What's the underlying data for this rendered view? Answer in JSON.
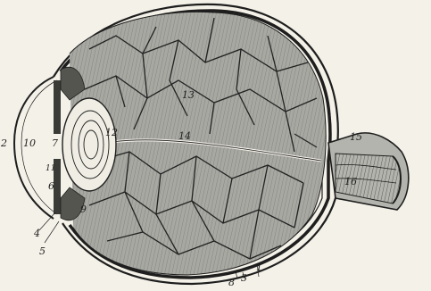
{
  "figure": {
    "subject": "eye-cross-section-engraving",
    "colors": {
      "paper": "#f4f1e8",
      "ink": "#1e1e1e",
      "vitreous_fill": "#a8a8a3",
      "vein": "#222222"
    }
  },
  "labels": {
    "l1": "1",
    "l2": "2",
    "l3": "3",
    "l4": "4",
    "l5": "5",
    "l6": "6",
    "l7": "7",
    "l8": "8",
    "l9": "9",
    "l10": "10",
    "l11": "11",
    "l12": "12",
    "l13": "13",
    "l14": "14",
    "l15": "15",
    "l16": "16"
  }
}
